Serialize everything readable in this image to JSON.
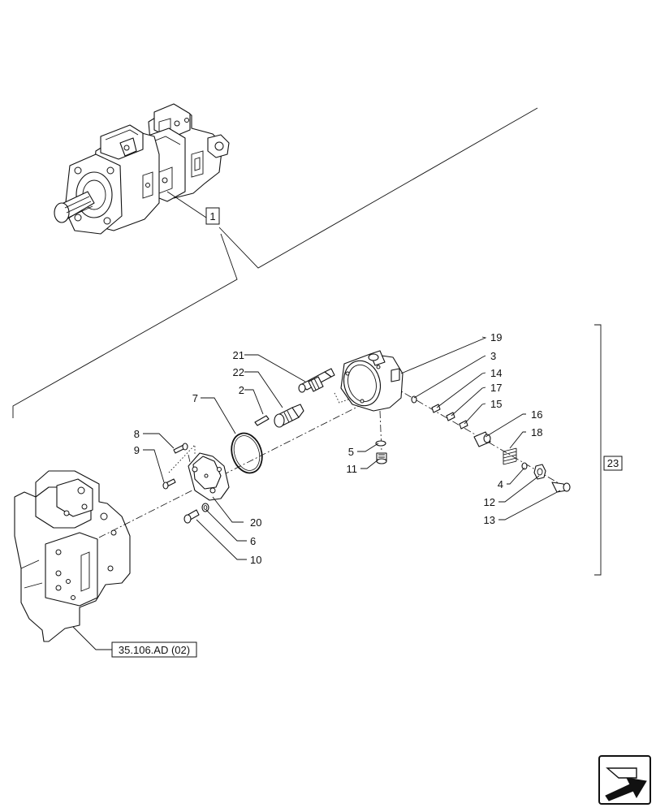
{
  "callouts": {
    "c1": "1",
    "c2": "2",
    "c3": "3",
    "c4": "4",
    "c5": "5",
    "c6": "6",
    "c7": "7",
    "c8": "8",
    "c9": "9",
    "c10": "10",
    "c11": "11",
    "c12": "12",
    "c13": "13",
    "c14": "14",
    "c15": "15",
    "c16": "16",
    "c17": "17",
    "c18": "18",
    "c19": "19",
    "c20": "20",
    "c21": "21",
    "c22": "22"
  },
  "kit_reference": "23",
  "cross_reference": "35.106.AD (02)",
  "nav_icon": "next-page-arrow-icon"
}
